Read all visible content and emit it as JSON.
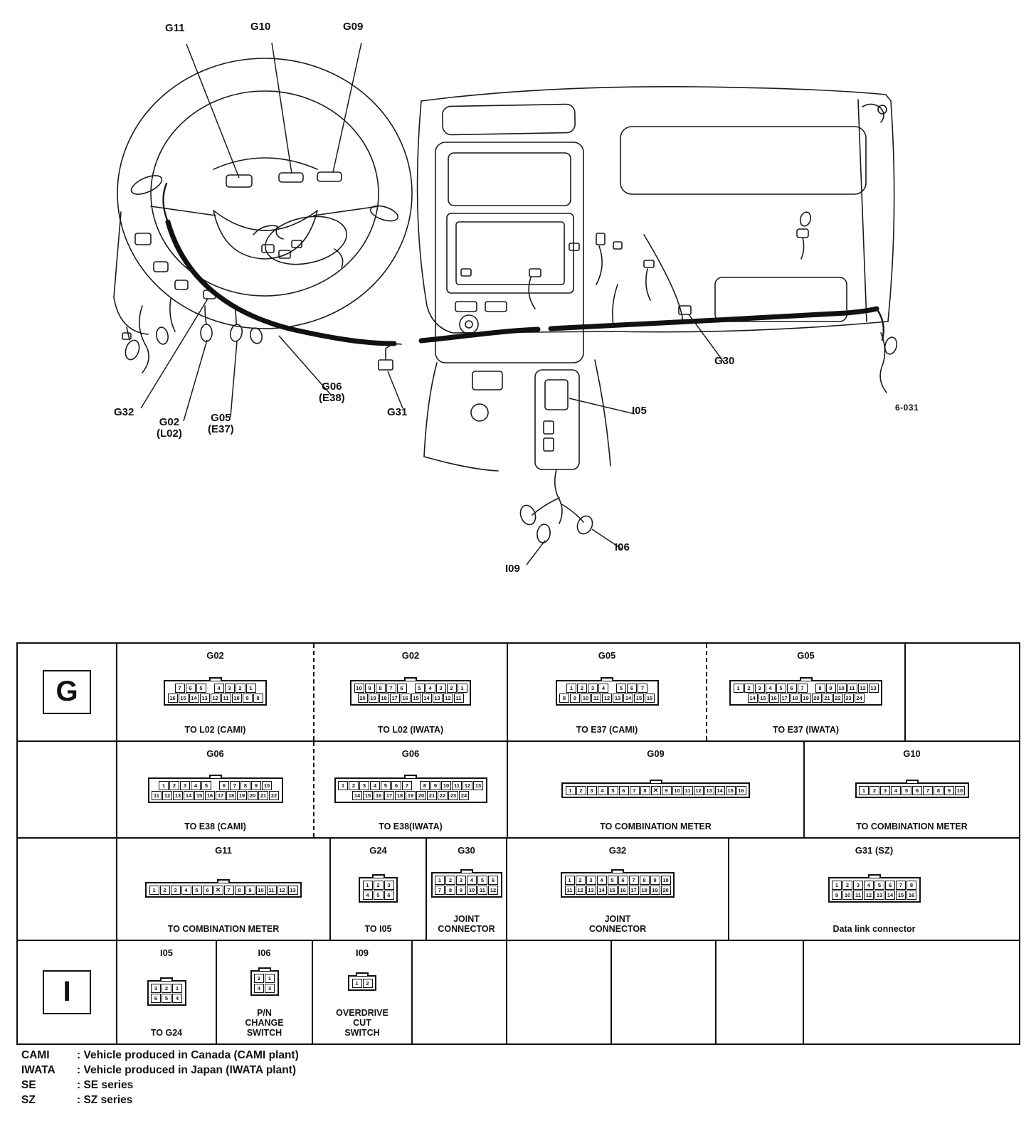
{
  "diagram": {
    "figure_code": "6-031",
    "labels": {
      "g11": "G11",
      "g10": "G10",
      "g09": "G09",
      "g32": "G32",
      "g02": "G02\n(L02)",
      "g05": "G05\n(E37)",
      "g06": "G06\n(E38)",
      "g31": "G31",
      "g30": "G30",
      "i05": "I05",
      "i06": "I06",
      "i09": "I09"
    }
  },
  "table": {
    "groups": {
      "g": "G",
      "i": "I"
    },
    "cells": {
      "g02_cami": {
        "title": "G02",
        "caption": "TO L02 (CAMI)",
        "pins": [
          [
            "7",
            "6",
            "5",
            null,
            "4",
            "3",
            "2",
            "1"
          ],
          [
            "16",
            "15",
            "14",
            "13",
            "12",
            "11",
            "10",
            "9",
            "8"
          ]
        ]
      },
      "g02_iwata": {
        "title": "G02",
        "caption": "TO L02 (IWATA)",
        "pins": [
          [
            "10",
            "9",
            "8",
            "7",
            "6",
            null,
            "5",
            "4",
            "3",
            "2",
            "1"
          ],
          [
            "20",
            "19",
            "18",
            "17",
            "16",
            "15",
            "14",
            "13",
            "12",
            "11"
          ]
        ]
      },
      "g05_cami": {
        "title": "G05",
        "caption": "TO E37 (CAMI)",
        "pins": [
          [
            "1",
            "2",
            "3",
            "4",
            null,
            "5",
            "6",
            "7"
          ],
          [
            "8",
            "9",
            "10",
            "11",
            "12",
            "13",
            "14",
            "15",
            "16"
          ]
        ]
      },
      "g05_iwata": {
        "title": "G05",
        "caption": "TO E37 (IWATA)",
        "pins": [
          [
            "1",
            "2",
            "3",
            "4",
            "5",
            "6",
            "7",
            null,
            "8",
            "9",
            "10",
            "11",
            "12",
            "13"
          ],
          [
            "14",
            "15",
            "16",
            "17",
            "18",
            "19",
            "20",
            "21",
            "22",
            "23",
            "24"
          ]
        ]
      },
      "g06_cami": {
        "title": "G06",
        "caption": "TO E38 (CAMI)",
        "pins": [
          [
            "1",
            "2",
            "3",
            "4",
            "5",
            null,
            "6",
            "7",
            "8",
            "9",
            "10"
          ],
          [
            "11",
            "12",
            "13",
            "14",
            "15",
            "16",
            "17",
            "18",
            "19",
            "20",
            "21",
            "22"
          ]
        ]
      },
      "g06_iwata": {
        "title": "G06",
        "caption": "TO E38(IWATA)",
        "pins": [
          [
            "1",
            "2",
            "3",
            "4",
            "5",
            "6",
            "7",
            null,
            "8",
            "9",
            "10",
            "11",
            "12",
            "13"
          ],
          [
            "14",
            "15",
            "16",
            "17",
            "18",
            "19",
            "20",
            "21",
            "22",
            "23",
            "24"
          ]
        ]
      },
      "g09": {
        "title": "G09",
        "caption": "TO COMBINATION METER",
        "pins": [
          [
            "1",
            "2",
            "3",
            "4",
            "5",
            "6",
            "7",
            "8",
            "X",
            "9",
            "10",
            "11",
            "12",
            "13",
            "14",
            "15",
            "16"
          ]
        ]
      },
      "g10": {
        "title": "G10",
        "caption": "TO COMBINATION METER",
        "pins": [
          [
            "1",
            "2",
            "3",
            "4",
            "5",
            "6",
            "7",
            "8",
            "9",
            "10"
          ]
        ]
      },
      "g11": {
        "title": "G11",
        "caption": "TO COMBINATION METER",
        "pins": [
          [
            "1",
            "2",
            "3",
            "4",
            "5",
            "6",
            "X",
            "7",
            "8",
            "9",
            "10",
            "11",
            "12",
            "13"
          ]
        ]
      },
      "g24": {
        "title": "G24",
        "caption": "TO I05",
        "pins": [
          [
            "1",
            "2",
            "3"
          ],
          [
            "4",
            "5",
            "6"
          ]
        ]
      },
      "g30": {
        "title": "G30",
        "caption": "JOINT\nCONNECTOR",
        "pins": [
          [
            "1",
            "2",
            "3",
            "4",
            "5",
            "6"
          ],
          [
            "7",
            "8",
            "9",
            "10",
            "11",
            "12"
          ]
        ]
      },
      "g32": {
        "title": "G32",
        "caption": "JOINT\nCONNECTOR",
        "pins": [
          [
            "1",
            "2",
            "3",
            "4",
            "5",
            "6",
            "7",
            "8",
            "9",
            "10"
          ],
          [
            "11",
            "12",
            "13",
            "14",
            "15",
            "16",
            "17",
            "18",
            "19",
            "20"
          ]
        ]
      },
      "g31": {
        "title": "G31 (SZ)",
        "caption": "Data link connector",
        "pins": [
          [
            "1",
            "2",
            "3",
            "4",
            "5",
            "6",
            "7",
            "8"
          ],
          [
            "9",
            "10",
            "11",
            "12",
            "13",
            "14",
            "15",
            "16"
          ]
        ]
      },
      "i05": {
        "title": "I05",
        "caption": "TO G24",
        "pins": [
          [
            "3",
            "2",
            "1"
          ],
          [
            "6",
            "5",
            "4"
          ]
        ]
      },
      "i06": {
        "title": "I06",
        "caption": "P/N\nCHANGE\nSWITCH",
        "pins": [
          [
            "2",
            "1"
          ],
          [
            "4",
            "3"
          ]
        ]
      },
      "i09": {
        "title": "I09",
        "caption": "OVERDRIVE\nCUT\nSWITCH",
        "pins": [
          [
            "1",
            "2"
          ]
        ]
      }
    }
  },
  "legend": {
    "items": [
      {
        "term": "CAMI",
        "def": ": Vehicle produced in Canada (CAMI plant)"
      },
      {
        "term": "IWATA",
        "def": ": Vehicle produced in Japan (IWATA plant)"
      },
      {
        "term": "SE",
        "def": ": SE series"
      },
      {
        "term": "SZ",
        "def": ": SZ series"
      }
    ]
  }
}
